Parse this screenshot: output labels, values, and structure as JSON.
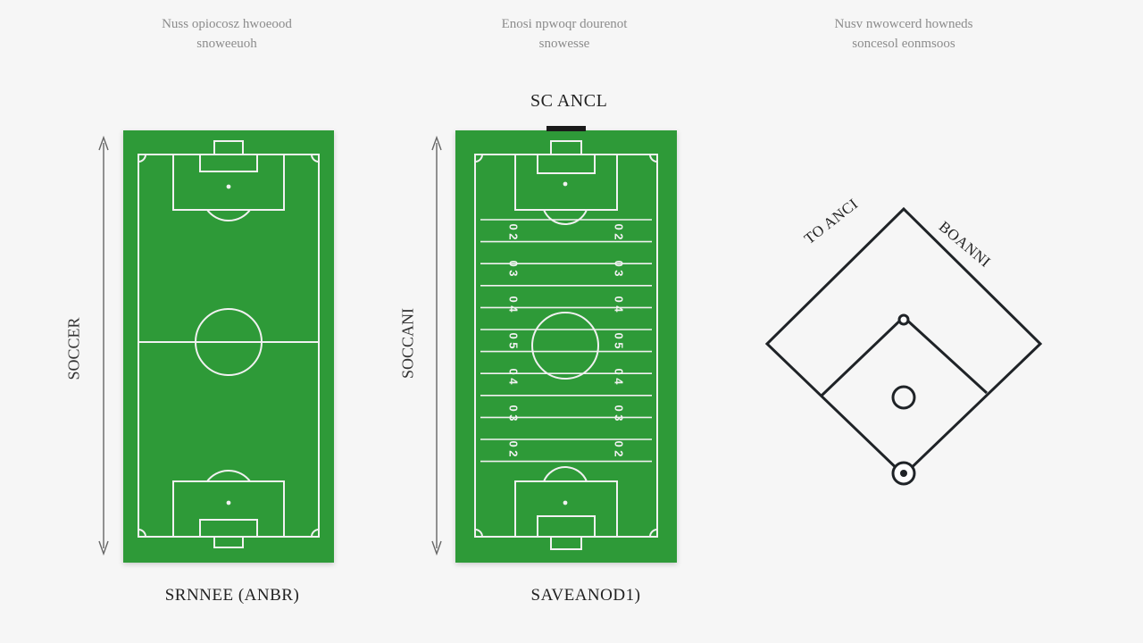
{
  "soccer": {
    "caption_line1": "Nuss opiocosz hwoeood",
    "caption_line2": "snoweeuoh",
    "side_label": "SOCCER",
    "bottom_label": "SRNNEE (ANBR)",
    "field_color": "#2e9a38",
    "line_color": "#f1f1f1"
  },
  "football": {
    "caption_line1": "Enosi npwoqr dourenot",
    "caption_line2": "snowesse",
    "top_label": "SC ANCL",
    "side_label": "SOCCANI",
    "bottom_label": "SAVEANOD1)",
    "yard_numbers_left": [
      "0 2",
      "0 3",
      "0 4",
      "0 5",
      "0 4",
      "0 3",
      "0 2"
    ],
    "yard_numbers_right": [
      "0 2",
      "0 3",
      "0 4",
      "0 5",
      "0 4",
      "0 3",
      "0 2"
    ],
    "field_color": "#2e9a38",
    "line_color": "#f1f1f1"
  },
  "baseball": {
    "caption_line1": "Nusv nwowcerd howneds",
    "caption_line2": "soncesol eonmsoos",
    "left_label": "TO ANCI",
    "right_label": "BOANNI",
    "line_color": "#1f2327"
  }
}
